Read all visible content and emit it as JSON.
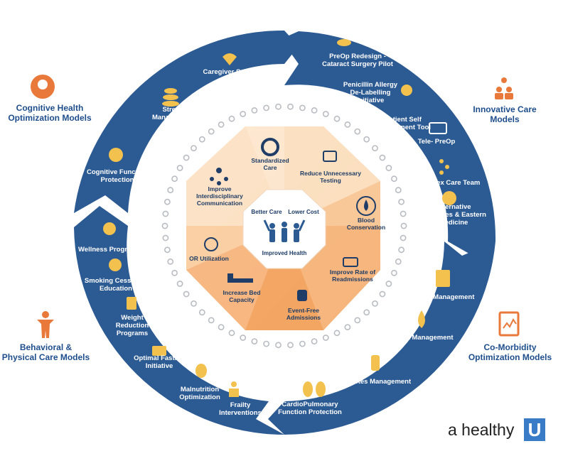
{
  "categories": {
    "cognitive": "Cognitive Health Optimization Models",
    "innovative": "Innovative Care Models",
    "comorbidity": "Co-Morbidity Optimization Models",
    "behavioral": "Behavioral & Physical Care Models"
  },
  "ring": {
    "caregiver": "Caregiver Support",
    "stress": "Stress Management",
    "cognitive_function": "Cognitive Function Protection",
    "preop_redesign": "PreOp Redesign - Cataract Surgery Pilot",
    "penicillin": "Penicillin Allergy De-Labelling Initiative",
    "self_assessment": "Patient Self Assessment Tool",
    "tele_preop": "Tele- PreOp",
    "complex_care": "Complex Care Team",
    "alt_therapies": "Alternative Therapies & Eastern Medicine",
    "pain": "Pain Management",
    "anemia": "Anemia Management",
    "diabetes": "Diabetes Management",
    "cardio": "CardioPulmonary Function Protection",
    "wellness": "Wellness Programs",
    "smoking": "Smoking Cessation Education",
    "weight": "Weight Reduction Programs",
    "fasting": "Optimal Fasting Initiative",
    "malnutrition": "Malnutrition Optimization",
    "frailty": "Frailty Interventions"
  },
  "inner": {
    "standardized": "Standardized Care",
    "reduce_testing": "Reduce Unnecessary Testing",
    "blood": "Blood Conservation",
    "readmissions": "Improve Rate of Readmissions",
    "event_free": "Event-Free Admissions",
    "bed_capacity": "Increase Bed Capacity",
    "or_util": "OR Utilization",
    "interdisciplinary": "Improve Interdisciplinary Communication"
  },
  "center": {
    "better_care": "Better Care",
    "lower_cost": "Lower Cost",
    "improved_health": "Improved Health"
  },
  "brand": {
    "text": "a healthy",
    "letter": "U"
  },
  "colors": {
    "ring_blue": "#2c5a93",
    "orange": "#e8793a",
    "yellow": "#f2c14e",
    "category_text": "#1f4e8c",
    "dots": "#b9bcc2",
    "brand_box": "#3a7bc8"
  }
}
